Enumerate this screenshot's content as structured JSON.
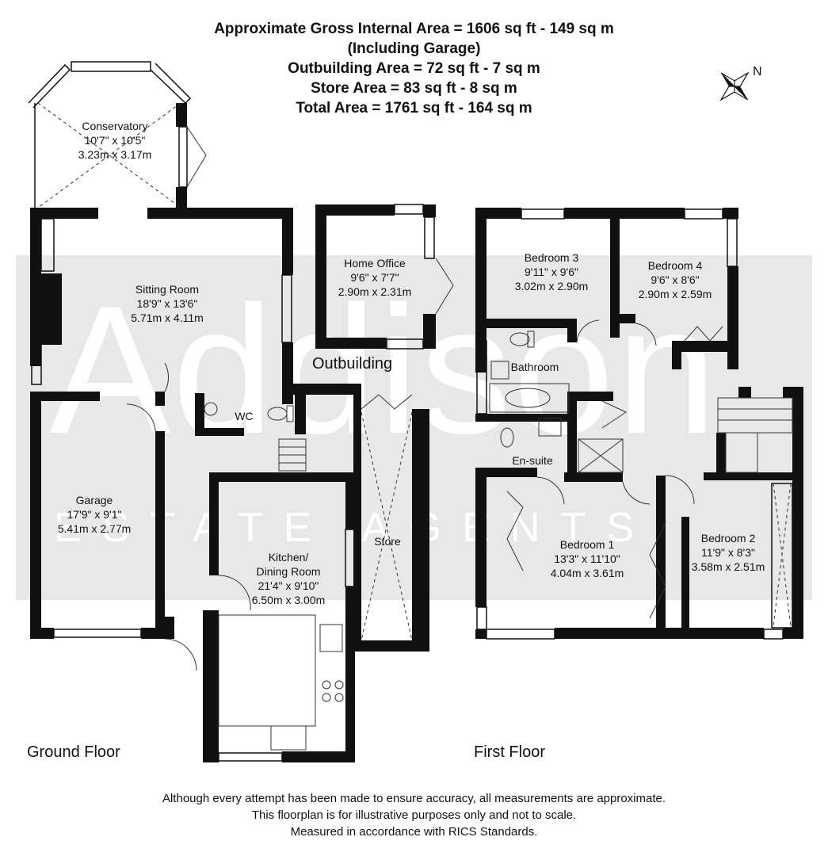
{
  "header": {
    "line1": "Approximate Gross Internal Area = 1606 sq ft - 149 sq m",
    "line2": "(Including Garage)",
    "line3": "Outbuilding Area = 72 sq ft - 7 sq m",
    "line4": "Store Area = 83 sq ft - 8 sq m",
    "line5": "Total Area = 1761 sq ft - 164 sq m"
  },
  "compass": {
    "label": "N"
  },
  "watermark": {
    "main": "Addison",
    "sub": "ESTATE AGENTS"
  },
  "rooms": {
    "conservatory": {
      "name": "Conservatory",
      "imperial": "10'7\" x 10'5\"",
      "metric": "3.23m x 3.17m"
    },
    "sitting_room": {
      "name": "Sitting Room",
      "imperial": "18'9\" x 13'6\"",
      "metric": "5.71m x 4.11m"
    },
    "home_office": {
      "name": "Home Office",
      "imperial": "9'6\" x 7'7\"",
      "metric": "2.90m x 2.31m"
    },
    "wc": {
      "name": "WC"
    },
    "garage": {
      "name": "Garage",
      "imperial": "17'9\" x 9'1\"",
      "metric": "5.41m x 2.77m"
    },
    "kitchen": {
      "name1": "Kitchen/",
      "name2": "Dining Room",
      "imperial": "21'4\" x 9'10\"",
      "metric": "6.50m x 3.00m"
    },
    "store": {
      "name": "Store"
    },
    "bedroom3": {
      "name": "Bedroom 3",
      "imperial": "9'11\" x 9'6\"",
      "metric": "3.02m x 2.90m"
    },
    "bedroom4": {
      "name": "Bedroom 4",
      "imperial": "9'6\" x 8'6\"",
      "metric": "2.90m x 2.59m"
    },
    "bathroom": {
      "name": "Bathroom"
    },
    "ensuite": {
      "name": "En-suite"
    },
    "bedroom1": {
      "name": "Bedroom 1",
      "imperial": "13'3\" x 11'10\"",
      "metric": "4.04m x 3.61m"
    },
    "bedroom2": {
      "name": "Bedroom 2",
      "imperial": "11'9\" x 8'3\"",
      "metric": "3.58m x 2.51m"
    }
  },
  "labels": {
    "outbuilding": "Outbuilding",
    "ground_floor": "Ground Floor",
    "first_floor": "First Floor"
  },
  "footer": {
    "line1": "Although every attempt has been made to ensure accuracy, all measurements are approximate.",
    "line2": "This floorplan is for illustrative purposes only and not to scale.",
    "line3": "Measured in accordance with RICS Standards."
  }
}
